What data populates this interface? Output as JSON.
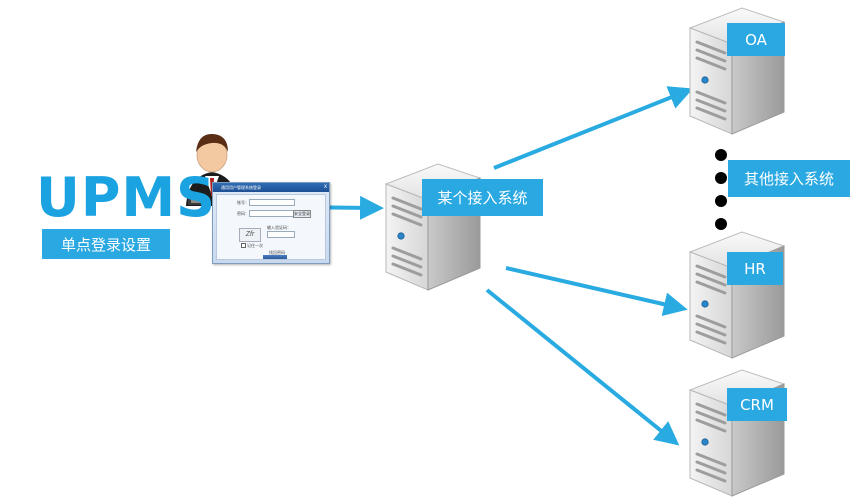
{
  "upms": {
    "title": "UPMS",
    "subtitle": "单点登录设置"
  },
  "login_window": {
    "title": "通用用户管理系统登录",
    "close": "x",
    "username_label": "账号：",
    "password_label": "密码：",
    "button_label": "安全登录",
    "captcha_text": "Zfr",
    "captcha_prompt": "输入验证码：",
    "remember_label": "记住一次",
    "reset_link": "找回密码"
  },
  "nodes": {
    "middle_system": "某个接入系统",
    "oa": "OA",
    "other_systems": "其他接入系统",
    "hr": "HR",
    "crm": "CRM"
  },
  "colors": {
    "accent": "#2aa8e2",
    "arrow": "#29abe2",
    "title": "#1aa3e0"
  }
}
